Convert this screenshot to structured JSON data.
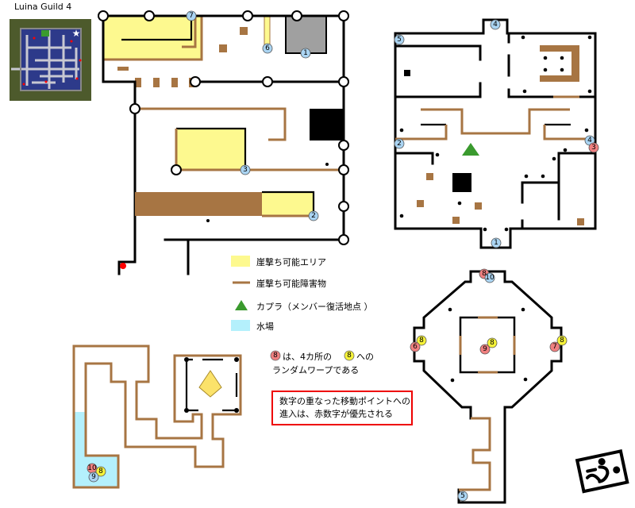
{
  "minimap": {
    "title": "Luina Guild 4"
  },
  "legend": {
    "cliff_area": "崖撃ち可能エリア",
    "cliff_obstacle": "崖撃ち可能障害物",
    "kafra": "カプラ（メンバー復活地点 ）",
    "water": "水場"
  },
  "notes": {
    "warp_line1_a": "は、4カ所の",
    "warp_line1_b": "への",
    "warp_line2": "ランダムワープである",
    "warp_red_num": "8",
    "warp_yellow_num": "8",
    "priority_line1": "数字の重なった移動ポイントへの",
    "priority_line2": "進入は、赤数字が優先される"
  },
  "colors": {
    "blue": "#aad4f2",
    "red": "#f08080",
    "yellow": "#f6f33a",
    "cliff_area": "#fdf98f",
    "obstacle": "#a77543",
    "water": "#b4f0fc",
    "kafra": "#3a9a2e"
  },
  "markers": [
    {
      "label": "7",
      "color": "blue",
      "map": "building-nw"
    },
    {
      "label": "6",
      "color": "blue",
      "map": "building-nw"
    },
    {
      "label": "1",
      "color": "blue",
      "map": "building-nw"
    },
    {
      "label": "3",
      "color": "blue",
      "map": "building-nw"
    },
    {
      "label": "2",
      "color": "blue",
      "map": "building-nw"
    },
    {
      "label": "4",
      "color": "blue",
      "map": "building-ne"
    },
    {
      "label": "5",
      "color": "blue",
      "map": "building-ne"
    },
    {
      "label": "2",
      "color": "blue",
      "map": "building-ne"
    },
    {
      "label": "4",
      "color": "blue",
      "map": "building-ne"
    },
    {
      "label": "3",
      "color": "red",
      "map": "building-ne"
    },
    {
      "label": "1",
      "color": "blue",
      "map": "building-ne"
    },
    {
      "label": "8",
      "color": "red",
      "map": "octagon"
    },
    {
      "label": "10",
      "color": "blue",
      "map": "octagon"
    },
    {
      "label": "8",
      "color": "yellow",
      "map": "octagon"
    },
    {
      "label": "6",
      "color": "red",
      "map": "octagon"
    },
    {
      "label": "8",
      "color": "yellow",
      "map": "octagon"
    },
    {
      "label": "9",
      "color": "red",
      "map": "octagon"
    },
    {
      "label": "8",
      "color": "yellow",
      "map": "octagon"
    },
    {
      "label": "7",
      "color": "red",
      "map": "octagon"
    },
    {
      "label": "5",
      "color": "blue",
      "map": "octagon"
    },
    {
      "label": "10",
      "color": "red",
      "map": "maze"
    },
    {
      "label": "8",
      "color": "yellow",
      "map": "maze"
    },
    {
      "label": "9",
      "color": "blue",
      "map": "maze"
    }
  ]
}
